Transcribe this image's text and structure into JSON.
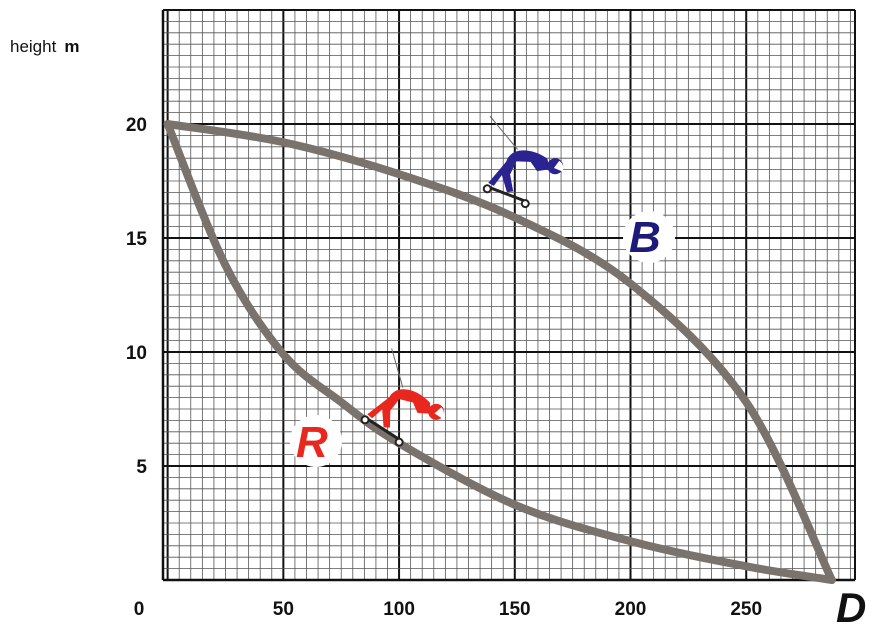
{
  "chart_data": {
    "type": "line",
    "xlabel": "D",
    "ylabel": "height",
    "ylabel_unit": "m",
    "x_ticks": [
      "0",
      "50",
      "100",
      "150",
      "200",
      "250"
    ],
    "y_ticks": [
      "5",
      "10",
      "15",
      "20"
    ],
    "xlim": [
      -2,
      297
    ],
    "ylim": [
      0,
      25
    ],
    "grid": true,
    "series": [
      {
        "name": "B",
        "color": "#1e1a7a",
        "icon": "blue-skater-icon",
        "x": [
          0,
          50,
          100,
          150,
          200,
          250,
          287
        ],
        "y": [
          20,
          19.2,
          17.8,
          15.9,
          13.0,
          7.8,
          0
        ]
      },
      {
        "name": "R",
        "color": "#e8271f",
        "icon": "red-skater-icon",
        "x": [
          0,
          25,
          50,
          75,
          100,
          150,
          200,
          250,
          287
        ],
        "y": [
          20,
          13.8,
          9.9,
          7.8,
          6.0,
          3.3,
          1.7,
          0.6,
          0
        ]
      }
    ],
    "curve_color": "#7a726c",
    "grid_major_color": "#111111",
    "grid_minor_color": "#555555"
  }
}
